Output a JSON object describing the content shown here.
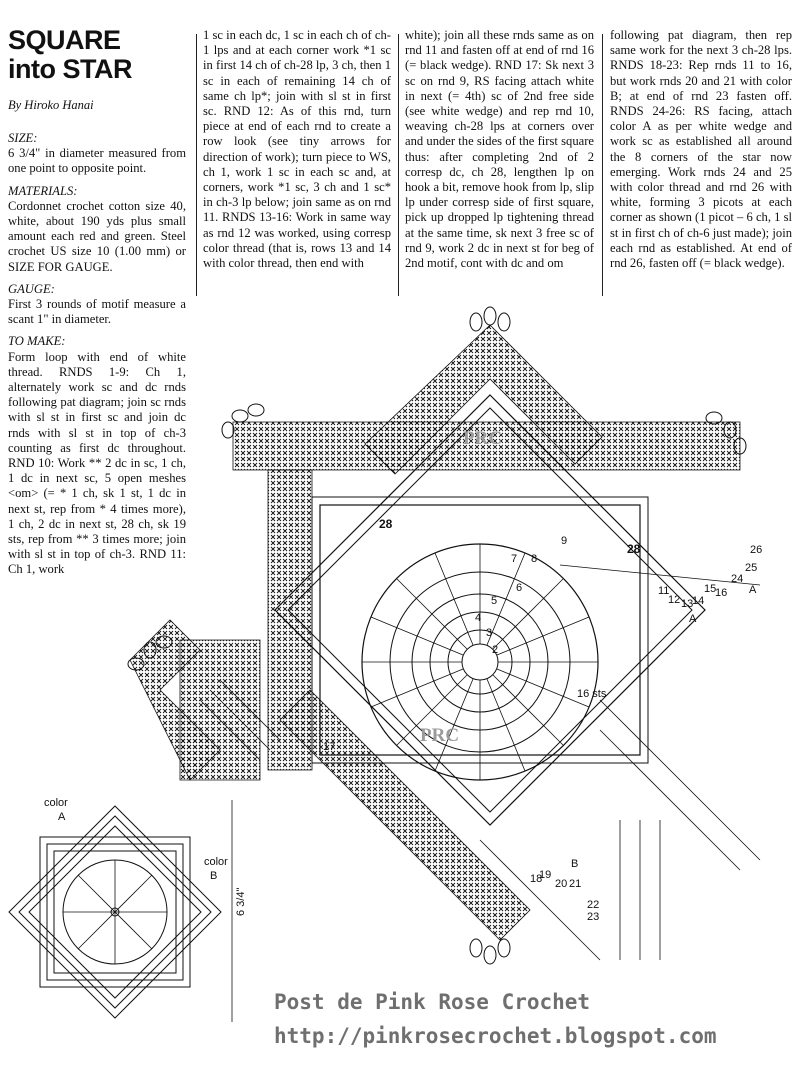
{
  "header": {
    "title_line1": "SQUARE",
    "title_line2": "into STAR",
    "byline": "By Hiroko Hanai"
  },
  "col1": {
    "size_h": "SIZE:",
    "size": "6 3/4\" in diameter measured from one point to opposite point.",
    "materials_h": "MATERIALS:",
    "materials": "Cordonnet crochet cotton size 40, white, about 190 yds plus small amount each red and green. Steel crochet US size 10 (1.00 mm) or SIZE FOR GAUGE.",
    "gauge_h": "GAUGE:",
    "gauge": "First 3 rounds of motif measure a scant 1\" in diameter.",
    "make_h": "TO MAKE:",
    "make": "Form loop with end of white thread. RNDS 1-9: Ch 1, alternately work sc and dc rnds following pat diagram; join sc rnds with sl st in first sc and join dc rnds with sl st in top of ch-3 counting as first dc throughout. RND 10: Work ** 2 dc in sc, 1 ch, 1 dc in next sc, 5 open meshes <om> (= * 1 ch, sk 1 st, 1 dc in next st, rep from * 4 times more), 1 ch, 2 dc in next st, 28 ch, sk 19 sts, rep from ** 3 times more; join with sl st in top of ch-3. RND 11: Ch 1, work"
  },
  "col2": {
    "text": "1 sc in each dc, 1 sc in each ch of ch-1 lps and at each corner work *1 sc in first 14 ch of ch-28 lp, 3 ch, then 1 sc in each of remaining 14 ch of same ch lp*; join with sl st in first sc. RND 12: As of this rnd, turn piece at end of each rnd to create a row look (see tiny arrows for direction of work); turn piece to WS, ch 1, work 1 sc in each sc and, at corners, work *1 sc, 3 ch and 1 sc* in ch-3 lp below; join same as on rnd 11. RNDS 13-16: Work in same way as rnd 12 was worked, using corresp color thread (that is, rows 13 and 14 with color thread, then end with"
  },
  "col3": {
    "text": "white); join all these rnds same as on rnd 11 and fasten off at end of rnd 16 (= black wedge). RND 17: Sk next 3 sc on rnd 9, RS facing attach white in next (= 4th) sc of 2nd free side (see white wedge) and rep rnd 10, weaving ch-28 lps at corners over and under the sides of the first square thus: after completing 2nd of 2 corresp dc, ch 28, lengthen lp on hook a bit, remove hook from lp, slip lp under corresp side of first square, pick up dropped lp tightening thread at the same time, sk next 3 free sc of rnd 9, work 2 dc in next st for beg of 2nd motif, cont with dc and om"
  },
  "col4": {
    "text": "following pat diagram, then rep same work for the next 3 ch-28 lps. RNDS 18-23: Rep rnds 11 to 16, but work rnds 20 and 21 with color B; at end of rnd 23 fasten off. RNDS 24-26: RS facing, attach color A as per white wedge and work sc as established all around the 8 corners of the star now emerging. Work rnds 24 and 25 with color thread and rnd 26 with white, forming 3 picots at each corner as shown (1 picot – 6 ch, 1 sl st in first ch of ch-6 just made); join each rnd as established. At end of rnd 26, fasten off (= black wedge)."
  },
  "diagram": {
    "watermark": "PRC",
    "labels": {
      "n28a": "28",
      "n28b": "28",
      "n9": "9",
      "n8": "8",
      "n7": "7",
      "n6": "6",
      "n5": "5",
      "n4": "4",
      "n3": "3",
      "n2": "2",
      "n16sts": "16 sts",
      "n26": "26",
      "n25": "25",
      "n24": "24",
      "n11": "11",
      "n12": "12",
      "n13": "13",
      "n14": "14",
      "n15": "15",
      "n16": "16",
      "nA1": "A",
      "nA2": "A",
      "n17": "17",
      "nB": "B",
      "n18": "18",
      "n19": "19",
      "n20": "20",
      "n21": "21",
      "n22": "22",
      "n23": "23"
    },
    "small": {
      "color_a_label": "color",
      "color_a": "A",
      "color_b_label": "color",
      "color_b": "B",
      "measure": "6 3/4\""
    }
  },
  "footer": {
    "line1": "Post de  Pink Rose Crochet",
    "line2": "http://pinkrosecrochet.blogspot.com"
  }
}
